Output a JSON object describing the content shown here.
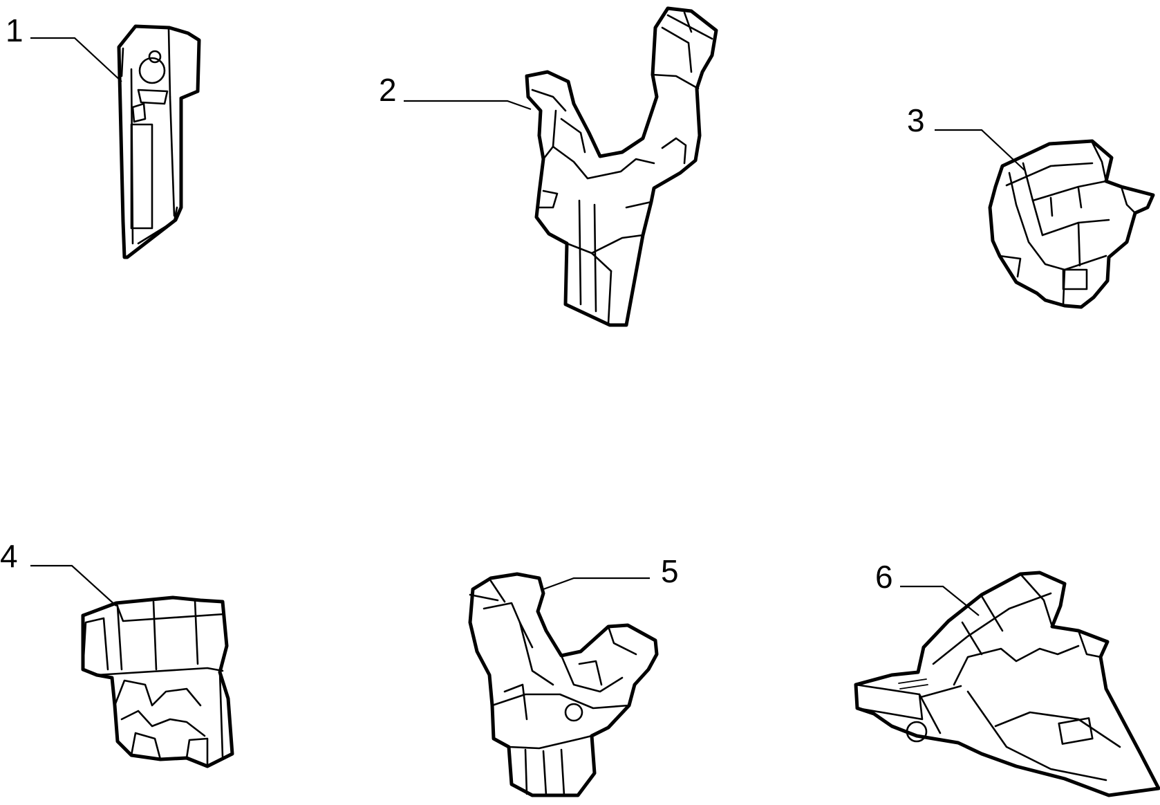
{
  "callouts": [
    {
      "number": "1",
      "part": "clip-1"
    },
    {
      "number": "2",
      "part": "clip-2"
    },
    {
      "number": "3",
      "part": "clip-3"
    },
    {
      "number": "4",
      "part": "clip-4"
    },
    {
      "number": "5",
      "part": "clip-5"
    },
    {
      "number": "6",
      "part": "clip-6"
    }
  ],
  "colors": {
    "line": "#000000",
    "background": "#ffffff"
  }
}
